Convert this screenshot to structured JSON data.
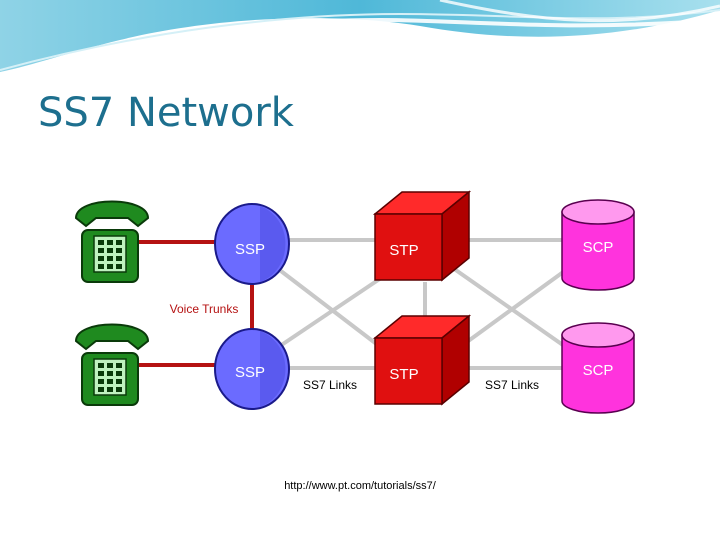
{
  "slide": {
    "title": "SS7 Network",
    "credit_url": "http://www.pt.com/tutorials/ss7/"
  },
  "diagram": {
    "nodes": {
      "ssp_top": "SSP",
      "ssp_bottom": "SSP",
      "stp_top": "STP",
      "stp_bottom": "STP",
      "scp_top": "SCP",
      "scp_bottom": "SCP"
    },
    "labels": {
      "voice_trunks": "Voice Trunks",
      "ss7_links_left": "SS7 Links",
      "ss7_links_right": "SS7 Links"
    },
    "colors": {
      "phone": "#1f8a1f",
      "ssp": "#6b6bff",
      "stp": "#e01010",
      "scp": "#ff33dd",
      "voice_trunk": "#b51212",
      "ss7_link": "#cccccc",
      "title": "#1d6f8e"
    }
  }
}
